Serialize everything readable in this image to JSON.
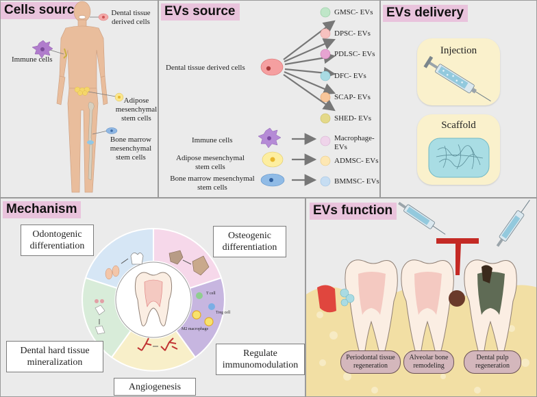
{
  "panels": {
    "cells_source": {
      "title": "Cells source",
      "labels": {
        "dental": "Dental tissue derived cells",
        "immune": "Immune cells",
        "adipose": "Adipose mesenchymal stem cells",
        "bone": "Bone marrow mesenchymal stem cells"
      }
    },
    "evs_source": {
      "title": "EVs source",
      "source_label": "Dental tissue derived cells",
      "dental_evs": [
        "GMSC- EVs",
        "DPSC- EVs",
        "PDLSC- EVs",
        "DFC- EVs",
        "SCAP- EVs",
        "SHED- EVs"
      ],
      "other": [
        {
          "cell": "Immune cells",
          "ev": "Macrophage- EVs"
        },
        {
          "cell": "Adipose mesenchymal stem cells",
          "ev": "ADMSC- EVs"
        },
        {
          "cell": "Bone marrow mesenchymal stem cells",
          "ev": "BMMSC- EVs"
        }
      ]
    },
    "evs_delivery": {
      "title": "EVs delivery",
      "methods": [
        "Injection",
        "Scaffold"
      ]
    },
    "mechanism": {
      "title": "Mechanism",
      "items": {
        "odontogenic": "Odontogenic differentiation",
        "osteogenic": "Osteogenic differentiation",
        "hard_tissue": "Dental hard tissue mineralization",
        "immuno": "Regulate immunomodulation",
        "angio": "Angiogenesis"
      },
      "cell_labels": [
        "T cell",
        "Treg cell",
        "M2 macrophage"
      ]
    },
    "evs_function": {
      "title": "EVs function",
      "outcomes": [
        "Periodontal tissue regeneration",
        "Alveolar bone remodeling",
        "Dental pulp regeneration"
      ]
    }
  },
  "colors": {
    "panel_bg": "#ebebeb",
    "title_bg": "#e9c3dc",
    "delivery_card": "#faf1cc",
    "ring_segments": [
      "#d6e6f5",
      "#f6d8ea",
      "#c7b6e0",
      "#f8efc9",
      "#d8ecd9"
    ],
    "gum": "#f2dfa4",
    "capsule": "#d4b7bc"
  }
}
